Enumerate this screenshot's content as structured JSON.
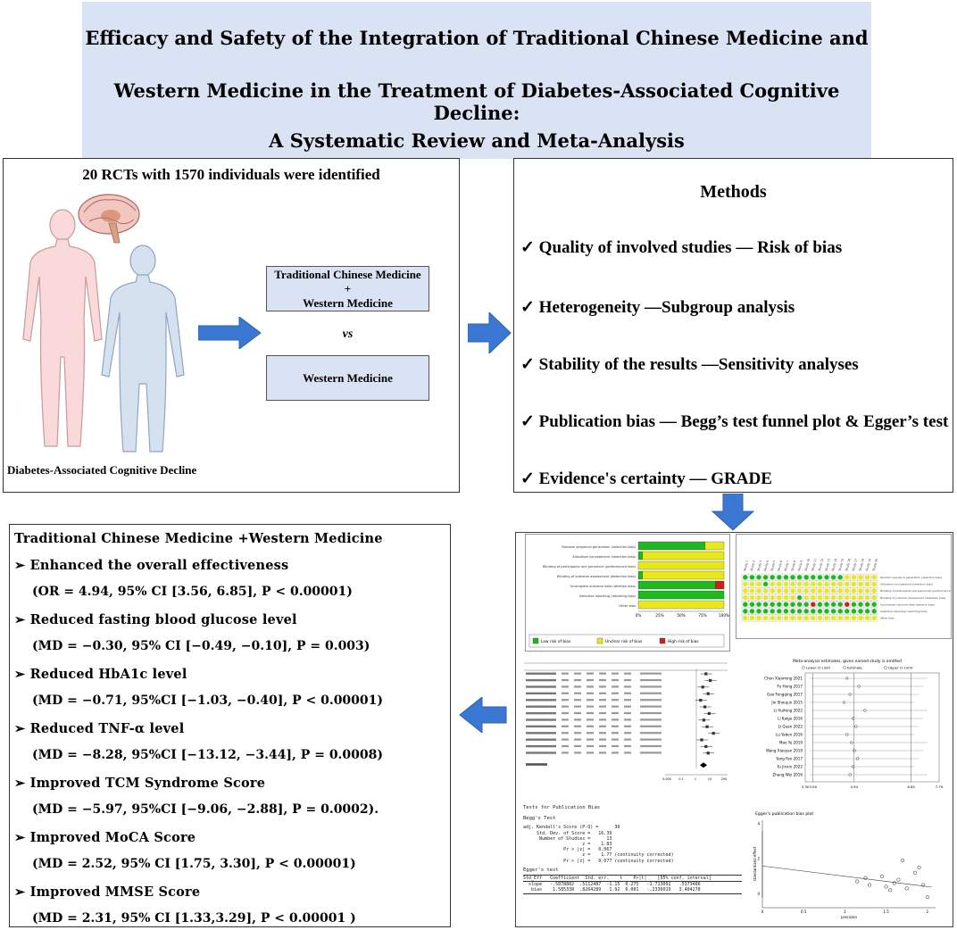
{
  "title": {
    "line1": "Efficacy and Safety of the Integration of Traditional Chinese Medicine and",
    "line2": "Western Medicine in the Treatment of Diabetes-Associated Cognitive Decline:",
    "line3": "A Systematic Review and Meta-Analysis"
  },
  "left_panel": {
    "heading": "20 RCTs with 1570 individuals were identified",
    "caption": "Diabetes-Associated Cognitive Decline",
    "intervention_line1": "Traditional Chinese Medicine",
    "intervention_line2": "+",
    "intervention_line3": "Western Medicine",
    "vs": "vs",
    "control": "Western Medicine"
  },
  "methods": {
    "heading": "Methods",
    "items": [
      "✓ Quality of involved studies — Risk of bias",
      "✓ Heterogeneity —Subgroup analysis",
      "✓ Stability of the results —Sensitivity analyses",
      "✓ Publication bias — Begg’s test funnel plot & Egger’s test",
      "✓ Evidence's certainty — GRADE"
    ]
  },
  "results": {
    "heading": "Traditional Chinese Medicine +Western Medicine",
    "items": [
      {
        "label": "➢ Enhanced the overall effectiveness",
        "value": "(OR = 4.94, 95% CI [3.56, 6.85], P < 0.00001)"
      },
      {
        "label": "➢ Reduced fasting blood glucose level",
        "value": "(MD = −0.30, 95% CI [−0.49, −0.10], P = 0.003)"
      },
      {
        "label": "➢ Reduced HbA1c level",
        "value": "(MD = −0.71, 95%CI [−1.03, −0.40], P < 0.00001)"
      },
      {
        "label": "➢ Reduced TNF-α level",
        "value": "(MD = −8.28, 95%CI [−13.12, −3.44], P = 0.0008)"
      },
      {
        "label": "➢ Improved TCM Syndrome Score",
        "value": "(MD = −5.97, 95%CI [−9.06, −2.88], P = 0.0002)."
      },
      {
        "label": "➢ Improved MoCA Score",
        "value": "(MD = 2.52, 95% CI [1.75, 3.30], P < 0.00001)"
      },
      {
        "label": "➢ Improved  MMSE Score",
        "value": "(MD = 2.31, 95% CI [1.33,3.29], P < 0.00001 )"
      }
    ]
  },
  "thumbnails": {
    "risk_bias_legend": [
      "Low risk of bias",
      "Unclear risk of bias",
      "High risk of bias"
    ],
    "risk_bias_axis": [
      "0%",
      "25%",
      "50%",
      "75%",
      "100%"
    ],
    "risk_bias_rows": [
      {
        "label": "Random sequence generation (selection bias)",
        "low": 0.78,
        "unclear": 0.22,
        "high": 0
      },
      {
        "label": "Allocation concealment (selection bias)",
        "low": 0.05,
        "unclear": 0.95,
        "high": 0
      },
      {
        "label": "Blinding of participants and personnel (performance bias)",
        "low": 0.0,
        "unclear": 1.0,
        "high": 0
      },
      {
        "label": "Blinding of outcome assessment (detection bias)",
        "low": 0.05,
        "unclear": 0.95,
        "high": 0
      },
      {
        "label": "Incomplete outcome data (attrition bias)",
        "low": 0.9,
        "unclear": 0.0,
        "high": 0.1
      },
      {
        "label": "Selective reporting (reporting bias)",
        "low": 1.0,
        "unclear": 0.0,
        "high": 0
      },
      {
        "label": "Other bias",
        "low": 0.0,
        "unclear": 1.0,
        "high": 0
      }
    ],
    "sensitivity_title": "Meta-analysis estimates, given named study is omitted",
    "sensitivity_legend": [
      "Lower CI Limit",
      "Estimate",
      "Upper CI Limit"
    ],
    "sensitivity_studies": [
      "Chen Xiaoming 2021",
      "Fu Hong 2017",
      "Gao Fengqing 2017",
      "Jin Shoujun 2015",
      "Li Huifeng 2022",
      "Li Kaige 2016",
      "Li Quan 2022",
      "Lu Yaben 2016",
      "Mao Ye 2019",
      "Wang Xiaoyan 2019",
      "Yang Fan 2017",
      "Yu Jinxin 2022",
      "Zhang Wei 2016"
    ],
    "sensitivity_ticks": [
      "3.30",
      "3.56",
      "4.94",
      "6.85",
      "7.79"
    ],
    "pubbias_title": "Tests for Publication Bias",
    "begg_title": "Begg's Test",
    "begg_lines": [
      "adj. Kendall's Score (P-Q) =      30",
      "     Std. Dev. of Score =   16.39",
      "      Number of Studies =      13",
      "                      z =    1.83",
      "               Pr > |z| =   0.067",
      "                      z =    1.77 (continuity corrected)",
      "               Pr > |z| =   0.077 (continuity corrected)"
    ],
    "egger_title": "Egger's test",
    "egger_header": "Std_Eff   Coefficient  Std. err.    t    P>|t|    [95% conf. interval]",
    "egger_rows": [
      "  slope   -.5878882  .5112487  -1.15  0.275   -1.713092   .5373486",
      "   bias    1.585338  .8264289   1.92  0.081   -.2336019   3.404278"
    ],
    "egger_plot_title": "Egger's publication bias plot",
    "egger_xlabel": "precision",
    "egger_ylabel": "standardized effect"
  }
}
